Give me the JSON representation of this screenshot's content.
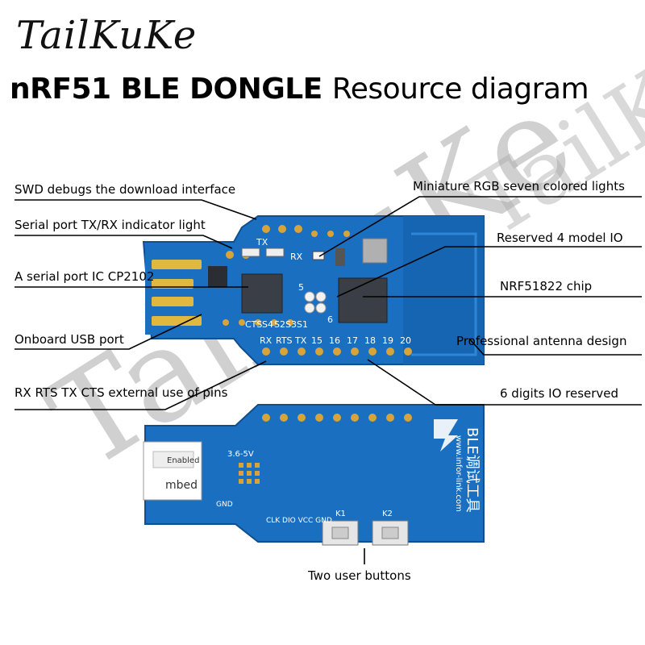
{
  "brand": "TailKuKe",
  "title": {
    "bold": "nRF51 BLE DONGLE",
    "rest": "Resource diagram"
  },
  "labels": {
    "swd": "SWD debugs the download interface",
    "txrx_led": "Serial port TX/RX indicator light",
    "cp2102": "A serial port IC CP2102",
    "usb": "Onboard USB port",
    "ext_pins": "RX RTS TX CTS external use of pins",
    "rgb": "Miniature RGB seven colored lights",
    "reserved4": "Reserved 4 model IO",
    "nrf": "NRF51822 chip",
    "antenna": "Professional antenna design",
    "io6": "6 digits IO reserved",
    "buttons": "Two user buttons"
  },
  "silk_front": {
    "tx": "TX",
    "rx": "RX",
    "cts": "CTS",
    "s4": "S4",
    "s2": "S2",
    "s3": "S3",
    "s1": "S1",
    "pin_rx": "RX",
    "pin_rts": "RTS",
    "pin_tx": "TX",
    "n15": "15",
    "n16": "16",
    "n17": "17",
    "n18": "18",
    "n19": "19",
    "n20": "20",
    "n5": "5",
    "n6": "6"
  },
  "silk_back": {
    "ble": "BLE调试工具",
    "url": "www.infor-link.com",
    "volt": "3.6-5V",
    "mbed": "mbed",
    "enabled": "Enabled",
    "gnd": "GND",
    "pins": "CLK DIO VCC GND",
    "k1": "K1",
    "k2": "K2"
  },
  "colors": {
    "pcb": "#1a6fc0",
    "pcb_dark": "#135a9e",
    "pad": "#d8a43a",
    "usb": "#e1b83f",
    "chip": "#3a3f47"
  }
}
